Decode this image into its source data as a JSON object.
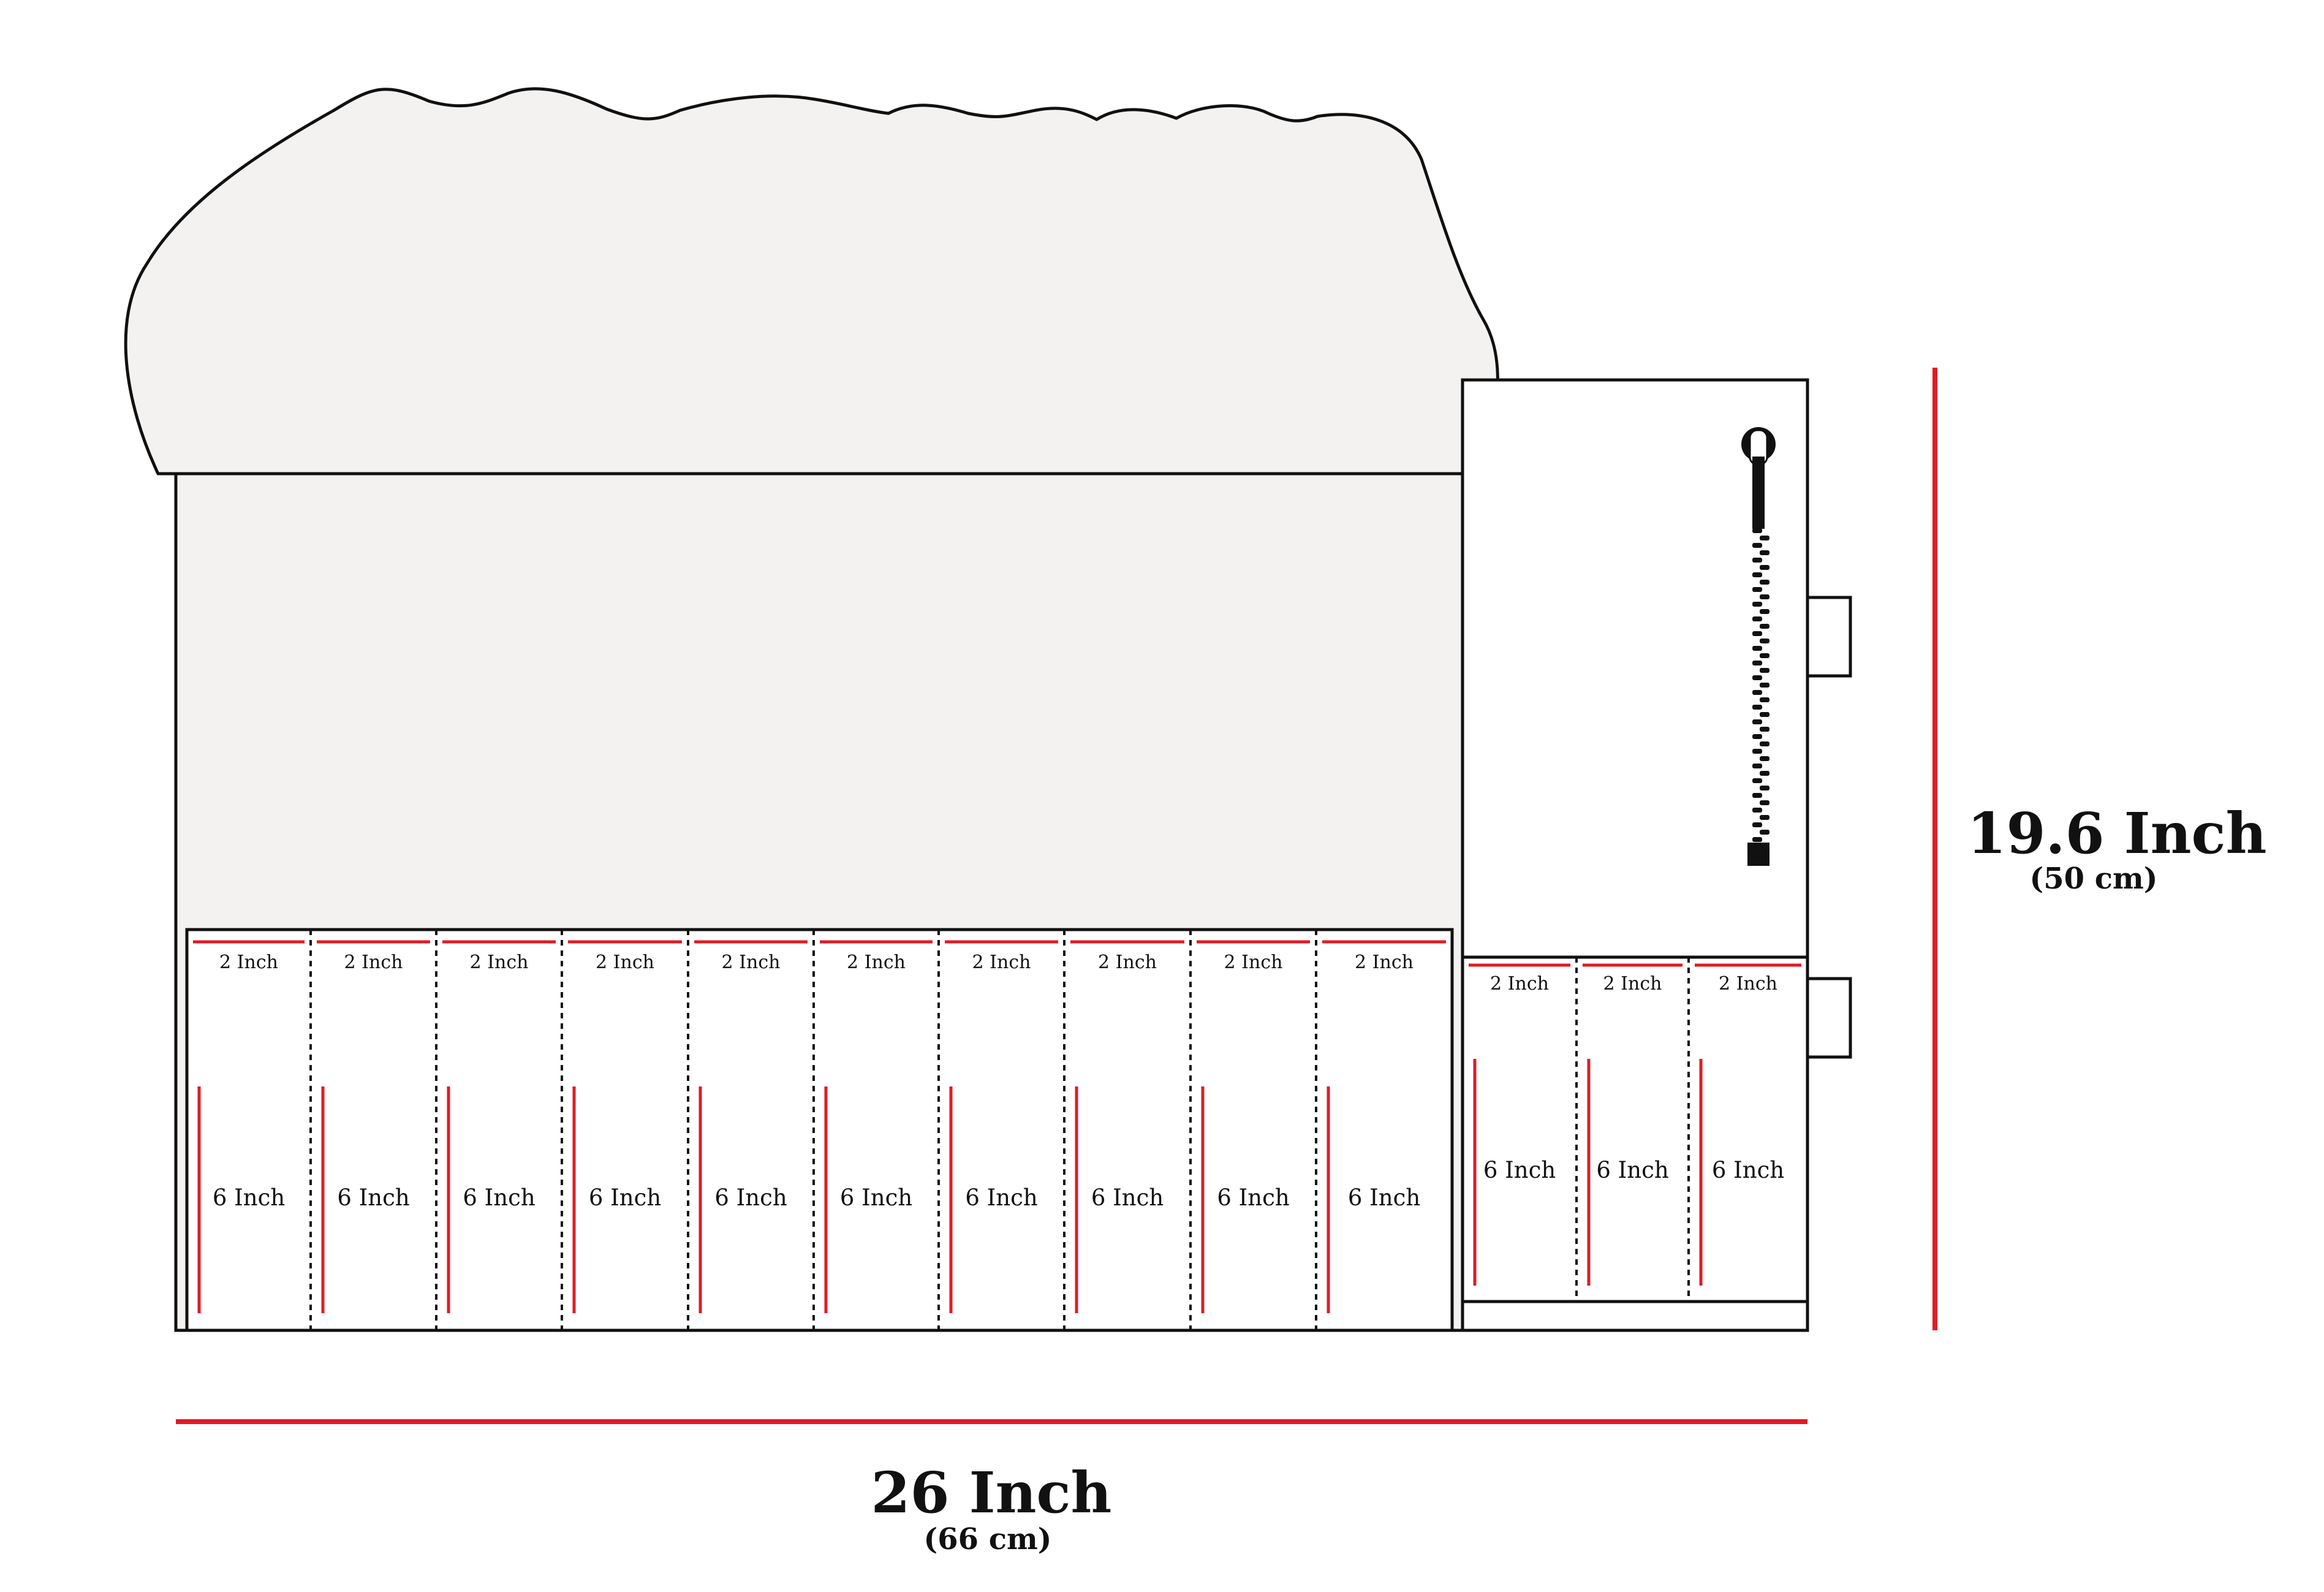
{
  "colors": {
    "outline": "#111111",
    "fill": "#f3f2f0",
    "accent": "#e01b24",
    "paper": "#ffffff"
  },
  "pockets": {
    "left": {
      "top_label": "2 Inch",
      "side_label": "6 Inch",
      "count": 10
    },
    "right": {
      "top_label": "2 Inch",
      "side_label": "6 Inch",
      "count": 3
    }
  },
  "zipper": {
    "icon": "zipper-icon"
  },
  "dimensions": {
    "width": {
      "main": "26 Inch",
      "sub": "(66  cm)"
    },
    "height": {
      "main": "19.6 Inch",
      "sub": "(50 cm)"
    }
  }
}
